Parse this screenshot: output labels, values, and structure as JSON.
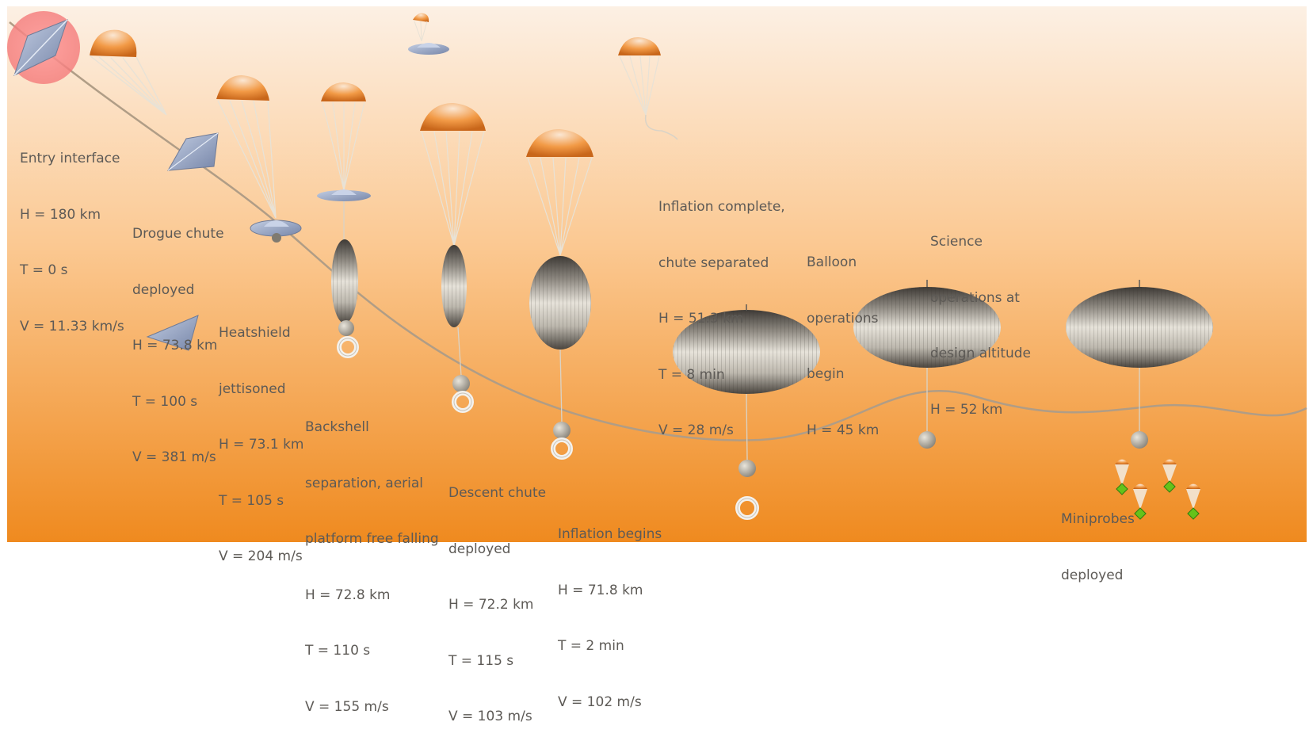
{
  "colors": {
    "sky_top": "#fcede0",
    "sky_bottom": "#ef8a1f",
    "chute_orange": "#ee8a2e",
    "balloon_dark": "#4a4540",
    "balloon_light": "#d8d4cb",
    "capsule_blue": "#9aaac9",
    "probe_green": "#66c21a",
    "text": "#5d5a56"
  },
  "stages": [
    {
      "id": "entry",
      "lines": [
        "Entry interface",
        "H = 180 km",
        "T = 0 s",
        "V = 11.33 km/s"
      ]
    },
    {
      "id": "drogue",
      "lines": [
        "Drogue chute",
        "deployed",
        "H = 73.8 km",
        "T = 100 s",
        "V = 381 m/s"
      ]
    },
    {
      "id": "heatshield",
      "lines": [
        "Heatshield",
        "jettisoned",
        "H = 73.1 km",
        "T = 105 s",
        "V = 204 m/s"
      ]
    },
    {
      "id": "backshell",
      "lines": [
        "Backshell",
        "separation, aerial",
        "platform free falling",
        "H = 72.8 km",
        "T = 110 s",
        "V = 155 m/s"
      ]
    },
    {
      "id": "descent",
      "lines": [
        "Descent chute",
        "deployed",
        "H = 72.2 km",
        "T = 115 s",
        "V = 103 m/s"
      ]
    },
    {
      "id": "inflation-begins",
      "lines": [
        "Inflation begins",
        "H = 71.8 km",
        "T = 2 min",
        "V = 102 m/s"
      ]
    },
    {
      "id": "inflation-complete",
      "lines": [
        "Inflation complete,",
        "chute separated",
        "H = 51.3 km",
        "T = 8 min",
        "V = 28 m/s"
      ]
    },
    {
      "id": "balloon-ops",
      "lines": [
        "Balloon",
        "operations",
        "begin",
        "H = 45 km"
      ]
    },
    {
      "id": "science-ops",
      "lines": [
        "Science",
        "operations at",
        "design altitude",
        "H = 52 km"
      ]
    },
    {
      "id": "miniprobes",
      "lines": [
        "Miniprobes",
        "deployed"
      ]
    }
  ]
}
